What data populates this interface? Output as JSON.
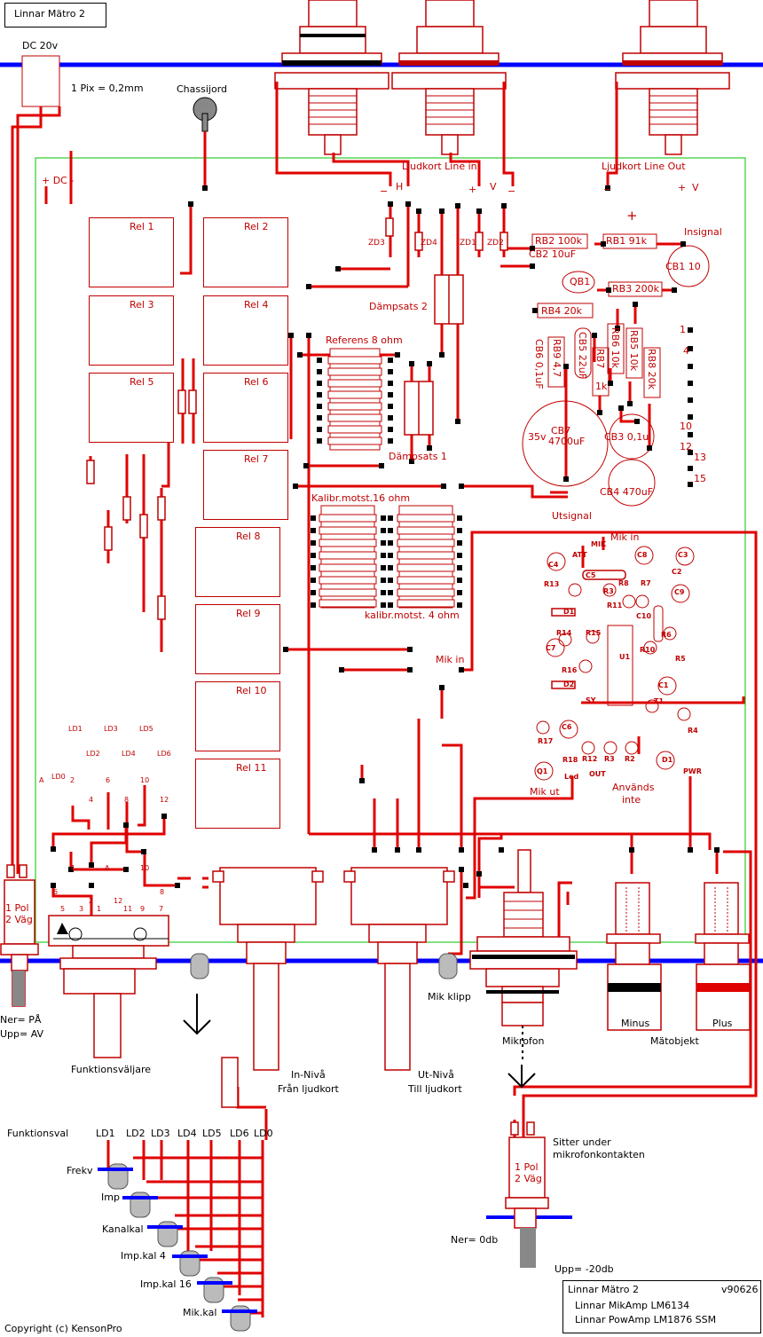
{
  "title": "Linnar Mätro 2",
  "notes": {
    "dc_source": "DC 20v",
    "scale": "1 Pix = 0,2mm",
    "chassis": "Chassijord",
    "dc_terminal": "+ DC -",
    "line_in": "Ljudkort Line in",
    "line_in_h": "H",
    "line_in_v": "V",
    "line_out": "Ljudkort Line Out",
    "line_out_v": "V",
    "insignal": "Insignal",
    "utsignal": "Utsignal",
    "referens": "Referens 8 ohm",
    "dampsats1": "Dämpsats 1",
    "dampsats2": "Dämpsats 2",
    "kal16": "Kalibr.motst.16 ohm",
    "kal4": "kalibr.motst.  4 ohm",
    "mik_in_top": "Mik in",
    "mik_in_left": "Mik in",
    "mik_ut": "Mik ut",
    "anvands": "Används",
    "inte": "inte",
    "switch1": "1 Pol",
    "switch2": "2 Väg",
    "ner_pa": "Ner= PÅ",
    "upp_av": "Upp=  AV",
    "funktionsvaljare": "Funktionsväljare",
    "in_niva": "In-Nivå",
    "fran": "Från ljudkort",
    "ut_niva": "Ut-Nivå",
    "till": "Till ljudkort",
    "mik_klipp": "Mik klipp",
    "mikrofon": "Mikrofon",
    "minus": "Minus",
    "plus": "Plus",
    "matobjekt": "Mätobjekt",
    "sitter1": "Sitter under",
    "sitter2": "mikrofonkontakten",
    "ner_0db": "Ner= 0db",
    "upp_20db": "Upp= -20db",
    "funktionsval": "Funktionsval",
    "copyright": "Copyright (c) KensonPro"
  },
  "relays": [
    "Rel 1",
    "Rel 2",
    "Rel 3",
    "Rel 4",
    "Rel 5",
    "Rel 6",
    "Rel 7",
    "Rel 8",
    "Rel 9",
    "Rel 10",
    "Rel 11"
  ],
  "components": {
    "rb2": "RB2 100k",
    "rb1": "RB1  91k",
    "cb2": "CB2  10uF",
    "cb1": "CB1 10",
    "qb1": "QB1",
    "rb3": "RB3 200k",
    "rb4": "RB4   20k",
    "rb9": "RB9 4,7",
    "cb6": "CB6 0,1uF",
    "cb5": "CB5  22uF",
    "rb7": "RB7",
    "rb7v": "1k",
    "rb6": "RB6  10k",
    "rb5": "RB5  10k",
    "rb8": "RB8  20k",
    "cb7": "CB7",
    "cb7v": "4700uF",
    "cb7_35v": "35v",
    "cb3": "CB3 0,1u",
    "cb4": "CB4 470uF",
    "zd3": "ZD3",
    "zd4": "ZD4",
    "zd1": "ZD1",
    "zd2": "ZD2",
    "plus_sign": "+",
    "pins": [
      "1",
      "4",
      "10",
      "12",
      "13",
      "15"
    ]
  },
  "mic_parts": [
    "ATT",
    "MIK",
    "C4",
    "C5",
    "C8",
    "C3",
    "C2",
    "C9",
    "R13",
    "R8",
    "R7",
    "D1",
    "R11",
    "R3",
    "C10",
    "R14",
    "R15",
    "C7",
    "U1",
    "R6",
    "R10",
    "R5",
    "R16",
    "D2",
    "C1",
    "SY",
    "T1",
    "R4",
    "R17",
    "C6",
    "R12",
    "R3",
    "R2",
    "D1",
    "R18",
    "Q1",
    "Led",
    "OUT",
    "PWR"
  ],
  "ld_labels": [
    "LD1",
    "LD2",
    "LD3",
    "LD4",
    "LD5",
    "LD6",
    "LD0"
  ],
  "sel_labels": [
    "LD1",
    "LD3",
    "LD5",
    "LD2",
    "LD4",
    "LD6",
    "A",
    "LD0",
    "2",
    "6",
    "10",
    "4",
    "8",
    "12",
    "4",
    "A",
    "10",
    "6",
    "2",
    "8",
    "5",
    "3",
    "1",
    "12",
    "11",
    "9",
    "7"
  ],
  "function_items": [
    "Frekv",
    "Imp",
    "Kanalkal",
    "Imp.kal 4",
    "Imp.kal 16",
    "Mik.kal"
  ],
  "info": {
    "title": "Linnar Mätro 2",
    "version": "v90626",
    "line1": "Linnar MikAmp LM6134",
    "line2": "Linnar PowAmp LM1876 SSM"
  },
  "colors": {
    "wire": "#e00000",
    "chassis_rail": "#0000ff",
    "board_outline": "#00c000"
  }
}
